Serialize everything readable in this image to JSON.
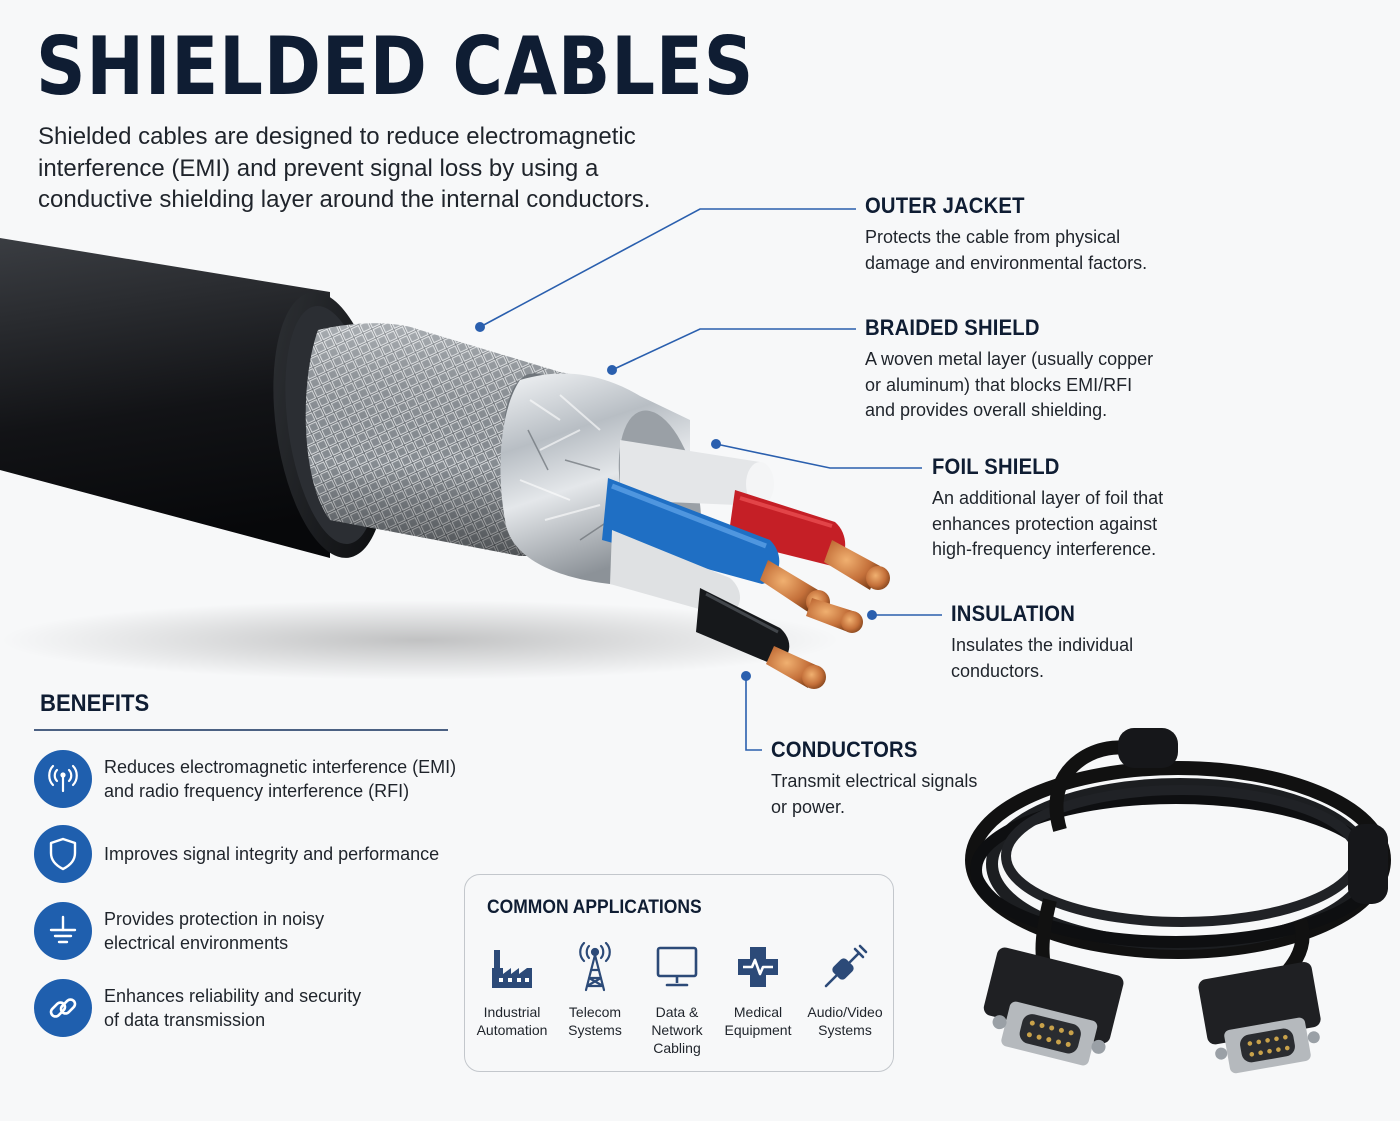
{
  "title": "SHIELDED CABLES",
  "intro": "Shielded cables are designed to reduce electromagnetic interference (EMI) and prevent signal loss by using a conductive shielding layer around the internal conductors.",
  "callouts": [
    {
      "title": "OUTER JACKET",
      "text": "Protects the cable from physical\ndamage and environmental factors."
    },
    {
      "title": "BRAIDED SHIELD",
      "text": "A woven metal layer (usually copper\nor aluminum) that blocks EMI/RFI\nand provides overall shielding."
    },
    {
      "title": "FOIL SHIELD",
      "text": "An additional layer of foil that\nenhances protection against\nhigh-frequency interference."
    },
    {
      "title": "INSULATION",
      "text": "Insulates the individual\nconductors."
    },
    {
      "title": "CONDUCTORS",
      "text": "Transmit electrical signals\nor power."
    }
  ],
  "benefits": {
    "heading": "BENEFITS",
    "items": [
      {
        "icon": "signal-icon",
        "text": "Reduces electromagnetic interference (EMI)\nand radio frequency interference (RFI)"
      },
      {
        "icon": "shield-icon",
        "text": "Improves signal integrity and performance"
      },
      {
        "icon": "ground-icon",
        "text": "Provides protection in noisy\nelectrical environments"
      },
      {
        "icon": "link-icon",
        "text": "Enhances reliability and security\nof data transmission"
      }
    ]
  },
  "applications": {
    "title": "COMMON APPLICATIONS",
    "items": [
      {
        "icon": "factory-icon",
        "label": "Industrial\nAutomation"
      },
      {
        "icon": "antenna-tower-icon",
        "label": "Telecom\nSystems"
      },
      {
        "icon": "monitor-icon",
        "label": "Data &\nNetwork\nCabling"
      },
      {
        "icon": "medical-cross-icon",
        "label": "Medical\nEquipment"
      },
      {
        "icon": "av-plug-icon",
        "label": "Audio/Video\nSystems"
      }
    ]
  },
  "colors": {
    "navy": "#0f1d33",
    "accent_blue": "#1f5fae",
    "leader_line": "#2a5fae",
    "jacket": "#1b1d21",
    "braid": "#b9bec4",
    "foil": "#d5d9dd",
    "wire_red": "#c51f26",
    "wire_blue": "#1f6fc4",
    "wire_white": "#e4e6e8",
    "wire_black": "#16181b",
    "copper": "#c4703a"
  }
}
